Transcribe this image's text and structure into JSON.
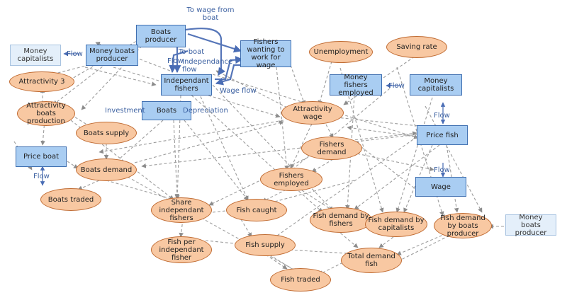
{
  "nodes": {
    "boats_producer": "Boats producer",
    "fishers_wanting": "Fishers wanting to work for wage",
    "independant_fishers": "Independant fishers",
    "money_boats_producer_top": "Money boats producer",
    "money_capitalists_left": "Money capitalists",
    "boats": "Boats",
    "price_boat": "Price boat",
    "money_fishers_employed": "Money fishers employed",
    "money_capitalists_right": "Money capitalists",
    "price_fish": "Price fish",
    "wage": "Wage",
    "money_boats_producer_right": "Money boats producer",
    "attractivity_3": "Attractivity 3",
    "attractivity_boats_production": "Attractivity boats production",
    "boats_supply": "Boats supply",
    "boats_demand": "Boats demand",
    "boats_traded": "Boats traded",
    "unemployment": "Unemployment",
    "saving_rate": "Saving rate",
    "attractivity_wage": "Attractivity wage",
    "fishers_demand": "Fishers demand",
    "fishers_employed": "Fishers employed",
    "share_independant_fishers": "Share independant fishers",
    "fish_caught": "Fish caught",
    "fish_per_independant_fisher": "Fish per independant fisher",
    "fish_supply": "Fish supply",
    "fish_demand_by_fishers": "Fish demand by fishers",
    "fish_demand_by_capitalists": "Fish demand by capitalists",
    "fish_demand_by_boats_producer": "Fish demand by boats producer",
    "total_demand_fish": "Total demand fish",
    "fish_traded": "Fish traded"
  },
  "flow_labels": {
    "to_wage_from_boat": "To wage from boat",
    "flow_left": "Flow",
    "to_boat": "To boat",
    "flow_mid": "Flow",
    "independance_flow": "Independance flow",
    "wage_flow": "Wage flow",
    "investment": "Investment",
    "depreciation": "Depreciation",
    "flow_fishers_capitalists": "Flow",
    "flow_price_fish": "Flow",
    "flow_wage": "Flow",
    "flow_price_boat": "Flow"
  }
}
